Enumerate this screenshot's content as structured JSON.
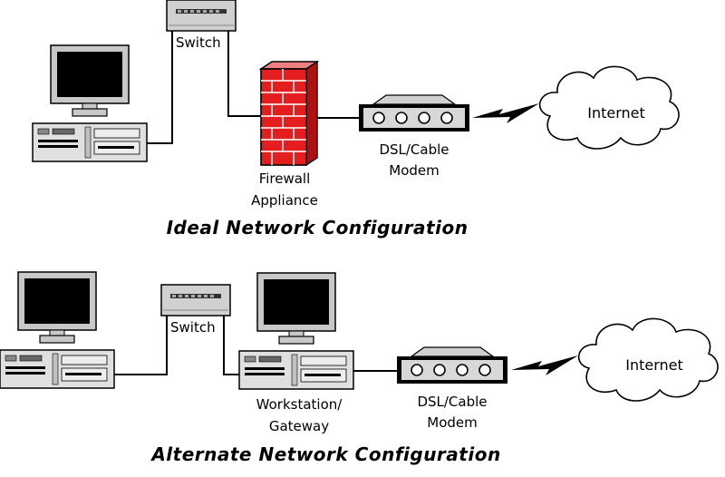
{
  "top": {
    "switch_label": "Switch",
    "firewall_label_line1": "Firewall",
    "firewall_label_line2": "Appliance",
    "modem_label_line1": "DSL/Cable",
    "modem_label_line2": "Modem",
    "internet_label": "Internet",
    "caption": "Ideal Network Configuration"
  },
  "bottom": {
    "switch_label": "Switch",
    "gateway_label_line1": "Workstation/",
    "gateway_label_line2": "Gateway",
    "modem_label_line1": "DSL/Cable",
    "modem_label_line2": "Modem",
    "internet_label": "Internet",
    "caption": "Alternate Network Configuration"
  },
  "colors": {
    "firewall_brick": "#e41e1e",
    "device_gray": "#c8c8c8",
    "screen_black": "#000000"
  },
  "icons": [
    "computer-icon",
    "switch-icon",
    "firewall-icon",
    "modem-icon",
    "lightning-icon",
    "cloud-icon"
  ]
}
